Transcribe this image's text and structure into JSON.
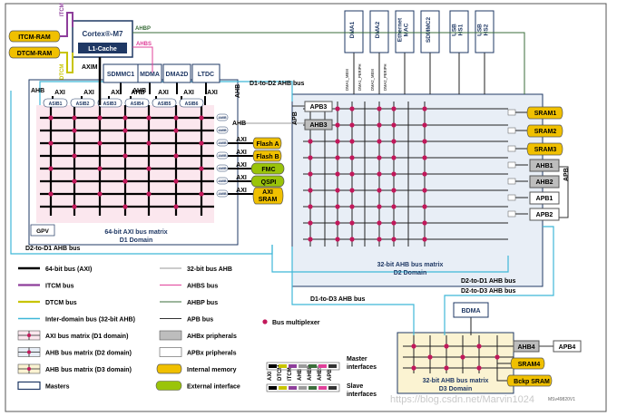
{
  "cpu": {
    "name": "Cortex®-M7",
    "cache": "L1-Cache"
  },
  "tcm": {
    "itcm_ram": "ITCM-RAM",
    "dtcm_ram": "DTCM-RAM",
    "itcm": "ITCM",
    "dtcm": "DTCM"
  },
  "bus_labels": {
    "axim": "AXIM",
    "ahbp": "AHBP",
    "ahbs": "AHBS",
    "axi": "AXI",
    "ahb": "AHB",
    "apb": "APB",
    "d1_to_d2": "D1-to-D2 AHB bus",
    "d2_to_d1_left": "D2-to-D1 AHB bus",
    "d2_to_d1_right": "D2-to-D1 AHB bus",
    "d2_to_d3": "D2-to-D3 AHB bus",
    "d1_to_d3": "D1-to-D3 AHB bus"
  },
  "d1_masters": [
    "SDMMC1",
    "MDMA",
    "DMA2D",
    "LTDC"
  ],
  "asib": [
    "ASIB1",
    "ASIB2",
    "ASIB3",
    "ASIB4",
    "ASIB5",
    "ASIB6"
  ],
  "amib": "AMIB",
  "d1_slaves": [
    "Flash A",
    "Flash B",
    "FMC",
    "QSPI",
    "AXI SRAM"
  ],
  "d1_matrix": {
    "gpv": "GPV",
    "title": "64-bit AXI bus matrix",
    "domain": "D1 Domain"
  },
  "d2_masters": [
    "DMA1",
    "DMA2",
    "Ethernet MAC",
    "SDMMC2",
    "USB HS1",
    "USB HS2"
  ],
  "d2_master_ports": [
    "DMA1_MEM",
    "DMA1_PERIPH",
    "DMA2_MEM",
    "DMA2_PERIPH"
  ],
  "d2_bridges": [
    "APB3",
    "AHB3"
  ],
  "d2_slaves": [
    "SRAM1",
    "SRAM2",
    "SRAM3",
    "AHB1",
    "AHB2",
    "APB1",
    "APB2"
  ],
  "d2_matrix": {
    "title": "32-bit AHB bus matrix",
    "domain": "D2 Domain"
  },
  "d3_master": "BDMA",
  "d3_slaves": [
    "AHB4",
    "APB4",
    "SRAM4",
    "Bckp SRAM"
  ],
  "d3_matrix": {
    "title": "32-bit AHB bus matrix",
    "domain": "D3 Domain"
  },
  "legend": {
    "col1": [
      "64-bit bus (AXI)",
      "ITCM bus",
      "DTCM bus",
      "Inter-domain bus (32-bit AHB)",
      "AXI bus matrix (D1 domain)",
      "AHB bus matrix (D2 domain)",
      "AHB bus matrix (D3 domain)",
      "Masters"
    ],
    "col2": [
      "32-bit bus AHB",
      "AHBS bus",
      "AHBP bus",
      "APB bus",
      "AHBx pripherals",
      "APBx pripherals",
      "Internal memory",
      "External interface"
    ],
    "bus_multiplexer": "Bus multiplexer",
    "interface_cols": [
      "AXI",
      "DTCM",
      "ITCM",
      "AHB",
      "AHBP",
      "AHBS",
      "APB"
    ],
    "master_interfaces": "Master interfaces",
    "slave_interfaces": "Slave interfaces"
  },
  "colors": {
    "axi": "#000000",
    "itcm": "#8e3e9b",
    "dtcm": "#c8c400",
    "inter": "#3fb7d8",
    "ahbs": "#e0409a",
    "ahbp": "#3b6e3b",
    "ahb32": "#9a9a9a",
    "apb": "#333333",
    "mux": "#c2185b",
    "mem": "#f0c000",
    "ext": "#9ac40a",
    "ahbx": "#bdbdbd",
    "d1bg": "#fbe7ee",
    "d2bg": "#e8eef6",
    "d3bg": "#fbf3d2",
    "navy": "#1f3864"
  },
  "footer": {
    "ref": "MSv49820V1",
    "watermark": "https://blog.csdn.net/Marvin1024"
  }
}
